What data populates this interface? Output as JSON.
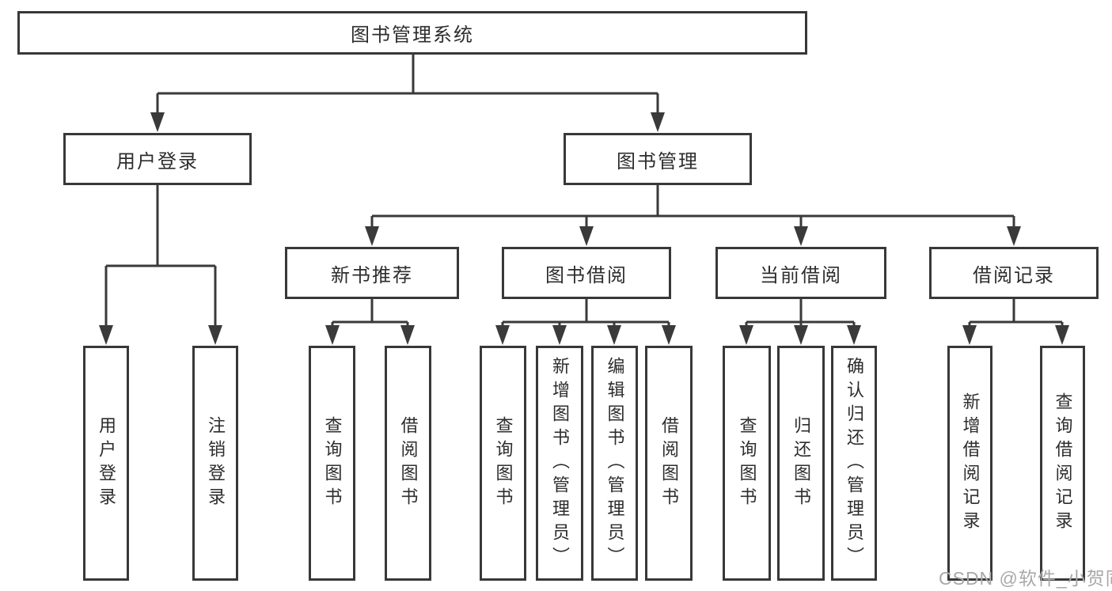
{
  "colors": {
    "line": "#3a3a3a",
    "box_border": "#383838",
    "watermark": "#a8a8a8"
  },
  "watermark": {
    "text": "CSDN @软件_小贺同学"
  },
  "tree": {
    "root": {
      "label": "图书管理系统",
      "children": [
        {
          "label": "用户登录",
          "children": [
            {
              "label": "用户登录"
            },
            {
              "label": "注销登录"
            }
          ]
        },
        {
          "label": "图书管理",
          "children": [
            {
              "label": "新书推荐",
              "children": [
                {
                  "label": "查询图书"
                },
                {
                  "label": "借阅图书"
                }
              ]
            },
            {
              "label": "图书借阅",
              "children": [
                {
                  "label": "查询图书"
                },
                {
                  "label": "新增图书（管理员）"
                },
                {
                  "label": "编辑图书（管理员）"
                },
                {
                  "label": "借阅图书"
                }
              ]
            },
            {
              "label": "当前借阅",
              "children": [
                {
                  "label": "查询图书"
                },
                {
                  "label": "归还图书"
                },
                {
                  "label": "确认归还（管理员）"
                }
              ]
            },
            {
              "label": "借阅记录",
              "children": [
                {
                  "label": "新增借阅记录"
                },
                {
                  "label": "查询借阅记录"
                }
              ]
            }
          ]
        }
      ]
    }
  }
}
